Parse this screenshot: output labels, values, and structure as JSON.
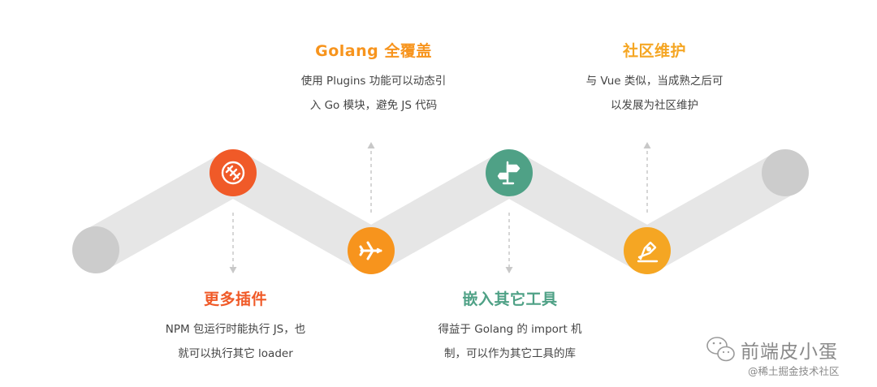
{
  "colors": {
    "track": "#e6e6e6",
    "end_cap": "#cccccc",
    "red": "#f05a28",
    "orange": "#f7941d",
    "green": "#4fa186",
    "amber": "#f5a623",
    "arrow": "#c8c8c8"
  },
  "nodes": [
    {
      "id": "more-plugins",
      "title": "更多插件",
      "desc_lines": [
        "NPM 包运行时能执行 JS，也",
        "就可以执行其它 loader"
      ],
      "icon": "plugin-puzzle-icon",
      "color": "#f05a28"
    },
    {
      "id": "golang-coverage",
      "title": "Golang 全覆盖",
      "desc_lines": [
        "使用 Plugins 功能可以动态引",
        "入 Go 模块，避免 JS 代码"
      ],
      "icon": "airplane-icon",
      "color": "#f7941d"
    },
    {
      "id": "embed-tools",
      "title": "嵌入其它工具",
      "desc_lines": [
        "得益于 Golang 的 import 机",
        "制，可以作为其它工具的库"
      ],
      "icon": "signpost-icon",
      "color": "#4fa186"
    },
    {
      "id": "community",
      "title": "社区维护",
      "desc_lines": [
        "与 Vue 类似，当成熟之后可",
        "以发展为社区维护"
      ],
      "icon": "pen-nib-icon",
      "color": "#f5a623"
    }
  ],
  "watermark": {
    "name": "前端皮小蛋",
    "sub": "@稀土掘金技术社区",
    "icon": "wechat-icon"
  }
}
